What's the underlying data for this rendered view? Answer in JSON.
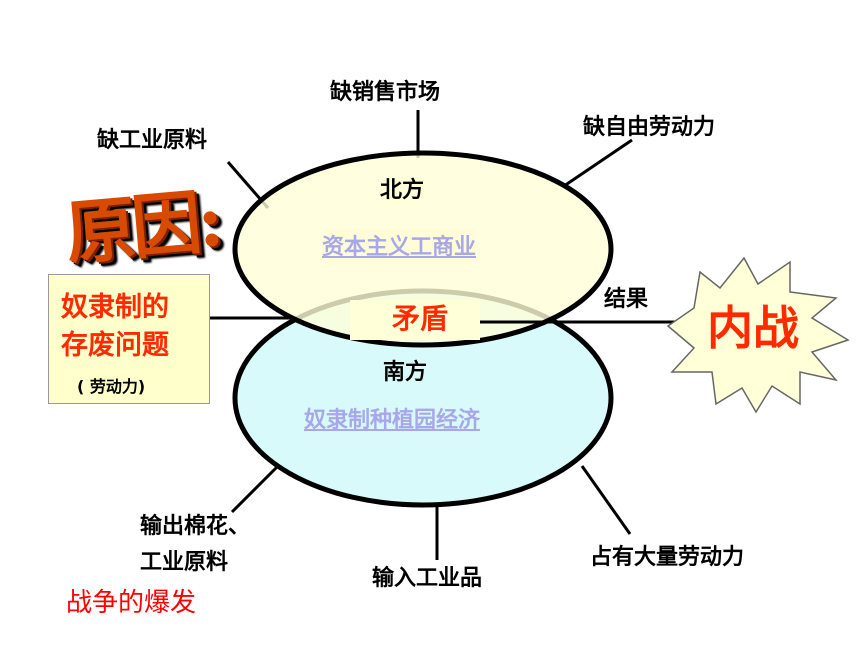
{
  "title": "原因:",
  "north": {
    "label": "北方",
    "economy": "资本主义工商业"
  },
  "south": {
    "label": "南方",
    "economy": "奴隶制种植园经济"
  },
  "conflict": "矛盾",
  "result_label": "结果",
  "result": "内战",
  "box": {
    "line1": "奴隶制的",
    "line2": "存废问题",
    "note": "( 劳动力)"
  },
  "north_needs": {
    "market": "缺销售市场",
    "materials": "缺工业原料",
    "labor": "缺自由劳动力"
  },
  "south_features": {
    "exports_line1": "输出棉花、",
    "exports_line2": "工业原料",
    "imports": "输入工业品",
    "labor": "占有大量劳动力"
  },
  "footer_link": "战争的爆发",
  "colors": {
    "north_fill": "#ffffd8",
    "south_fill": "#d8fafa",
    "accent_red": "#ff2a00",
    "title_orange": "#d84a00",
    "box_fill": "#ffffcc",
    "link_color": "#a8a8e8"
  }
}
